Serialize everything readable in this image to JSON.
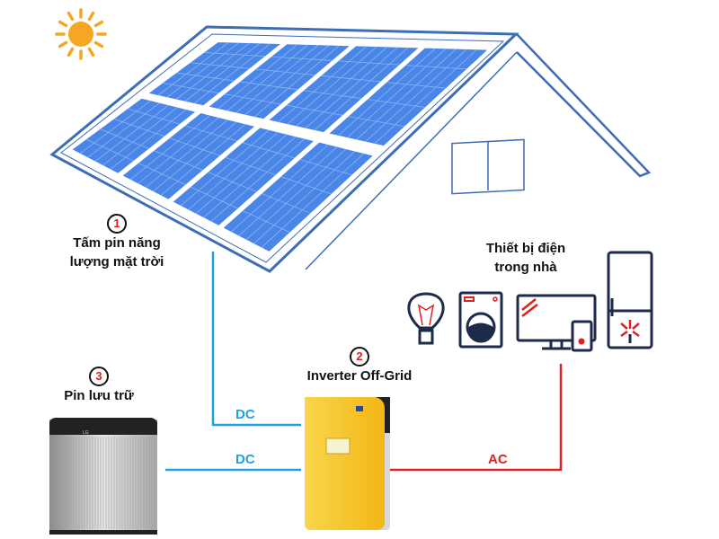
{
  "labels": {
    "solar": {
      "number": "1",
      "line1": "Tấm pin năng",
      "line2": "lượng mặt trời"
    },
    "inverter": {
      "number": "2",
      "title": "Inverter Off-Grid"
    },
    "battery": {
      "number": "3",
      "title": "Pin lưu trữ"
    },
    "appliances": {
      "line1": "Thiết bị điện",
      "line2": "trong nhà"
    }
  },
  "wires": [
    {
      "label": "DC",
      "color": "#1aa3e0",
      "from": "solar-panels",
      "to": "inverter"
    },
    {
      "label": "DC",
      "color": "#1aa3e0",
      "from": "battery",
      "to": "inverter"
    },
    {
      "label": "AC",
      "color": "#e02020",
      "from": "inverter",
      "to": "appliances"
    }
  ],
  "icons": [
    "sun-icon",
    "solar-panel-icon",
    "house-icon",
    "light-bulb-icon",
    "washing-machine-icon",
    "tv-icon",
    "remote-icon",
    "fridge-icon",
    "battery-icon",
    "inverter-icon"
  ],
  "colors": {
    "panel": "#4a86e8",
    "roof": "#3d6db5",
    "dc": "#1aa3e0",
    "ac": "#e02020",
    "appliance": "#1e2a4a",
    "inverter": "#f7c623",
    "sun": "#f5a623"
  }
}
